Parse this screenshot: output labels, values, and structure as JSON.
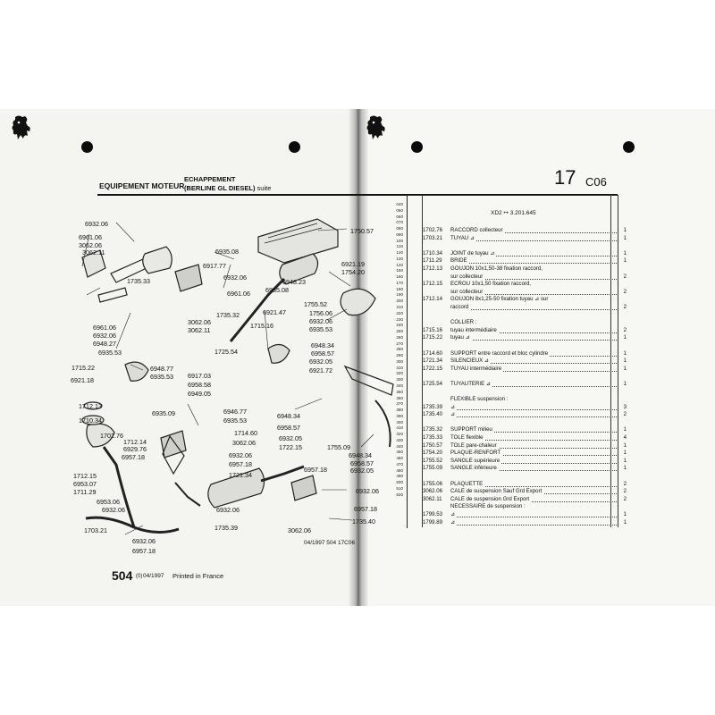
{
  "header": {
    "section": "EQUIPEMENT MOTEUR -",
    "subsection": "ECHAPPEMENT",
    "variant": "(BERLINE GL DIESEL)",
    "variant_suffix": "suite",
    "group_number": "17",
    "group_code": "C06"
  },
  "footer": {
    "page_number": "504",
    "page_suffix": "(0)",
    "date_code": "04/1997",
    "printed": "Printed in France",
    "diagram_ref": "04/1997   504   17C06"
  },
  "parts_list": {
    "header_note": "XD2 ↦ 3.201.645",
    "rows": [
      {
        "code": "1702.76",
        "desc": "RACCORD collecteur",
        "qty": "1"
      },
      {
        "code": "1703.21",
        "desc": "TUYAU  ⊿",
        "qty": "1"
      },
      {
        "code": "",
        "desc": "",
        "qty": ""
      },
      {
        "code": "1710.34",
        "desc": "JOINT de tuyau ⊿",
        "qty": "1"
      },
      {
        "code": "1711.29",
        "desc": "BRIDE",
        "qty": "1"
      },
      {
        "code": "1712.13",
        "desc": "GOUJON 10x1,50-38 fixation raccord,",
        "qty": ""
      },
      {
        "code": "",
        "desc": "sur collecteur",
        "qty": "2"
      },
      {
        "code": "1712.15",
        "desc": "ECROU 10x1,50 fixation raccord,",
        "qty": ""
      },
      {
        "code": "",
        "desc": "sur collecteur",
        "qty": "2"
      },
      {
        "code": "1712.14",
        "desc": "GOUJON 8x1,25-50 fixation tuyau  ⊿  sur",
        "qty": ""
      },
      {
        "code": "",
        "desc": "raccord",
        "qty": "2"
      },
      {
        "code": "",
        "desc": "",
        "qty": ""
      },
      {
        "code": "",
        "desc": "COLLIER :",
        "qty": ""
      },
      {
        "code": "1715.16",
        "desc": "tuyau intermédiaire",
        "qty": "2"
      },
      {
        "code": "1715.22",
        "desc": "tuyau ⊿",
        "qty": "1"
      },
      {
        "code": "",
        "desc": "",
        "qty": ""
      },
      {
        "code": "1714.60",
        "desc": "SUPPORT entre raccord et bloc cylindre",
        "qty": "1"
      },
      {
        "code": "1721.34",
        "desc": "SILENCIEUX  ⊿",
        "qty": "1"
      },
      {
        "code": "1722.15",
        "desc": "TUYAU intermédiaire",
        "qty": "1"
      },
      {
        "code": "",
        "desc": "",
        "qty": ""
      },
      {
        "code": "1725.54",
        "desc": "TUYAUTERIE  ⊿",
        "qty": "1"
      },
      {
        "code": "",
        "desc": "",
        "qty": ""
      },
      {
        "code": "",
        "desc": "FLEXIBLE suspension :",
        "qty": ""
      },
      {
        "code": "1735.39",
        "desc": "⊿",
        "qty": "3"
      },
      {
        "code": "1735.40",
        "desc": "⊿",
        "qty": "2"
      },
      {
        "code": "",
        "desc": "",
        "qty": ""
      },
      {
        "code": "1735.32",
        "desc": "SUPPORT milieu",
        "qty": "1"
      },
      {
        "code": "1735.33",
        "desc": "TOLE flexible",
        "qty": "4"
      },
      {
        "code": "1750.57",
        "desc": "TOLE pare-chaleur",
        "qty": "1"
      },
      {
        "code": "1754.20",
        "desc": "PLAQUE-RENFORT",
        "qty": "1"
      },
      {
        "code": "1755.52",
        "desc": "SANGLE supérieure",
        "qty": "1"
      },
      {
        "code": "1755.09",
        "desc": "SANGLE inférieure",
        "qty": "1"
      },
      {
        "code": "",
        "desc": "",
        "qty": ""
      },
      {
        "code": "1755.06",
        "desc": "PLAQUETTE",
        "qty": "2"
      },
      {
        "code": "3062.06",
        "desc": "CALE de suspension Sauf Grd Export",
        "qty": "2"
      },
      {
        "code": "3062.11",
        "desc": "CALE de suspension Grd Export",
        "qty": "2"
      },
      {
        "code": "",
        "desc": "NECESSAIRE de suspension :",
        "qty": ""
      },
      {
        "code": "1799.53",
        "desc": "⊿",
        "qty": "1"
      },
      {
        "code": "1799.89",
        "desc": "⊿",
        "qty": "1"
      }
    ]
  },
  "ruler_ticks": [
    "040",
    "050",
    "060",
    "070",
    "080",
    "090",
    "100",
    "110",
    "120",
    "130",
    "140",
    "150",
    "160",
    "170",
    "180",
    "190",
    "200",
    "210",
    "220",
    "230",
    "240",
    "250",
    "260",
    "270",
    "280",
    "290",
    "300",
    "310",
    "320",
    "330",
    "340",
    "350",
    "360",
    "370",
    "380",
    "390",
    "400",
    "410",
    "420",
    "430",
    "440",
    "450",
    "460",
    "470",
    "480",
    "490",
    "500",
    "510",
    "520"
  ],
  "callouts": [
    "6932.06",
    "6961.06",
    "3062.06",
    "3062.11",
    "6935.08",
    "6917.77",
    "1735.33",
    "6932.06",
    "6961.06",
    "1735.32",
    "3062.06",
    "3062.11",
    "6961.06",
    "6932.06",
    "6948.27",
    "6935.53",
    "1725.54",
    "6921.47",
    "1715.16",
    "1750.57",
    "1754.20",
    "6921.19",
    "1755.52",
    "1756.06",
    "6932.06",
    "6935.53",
    "6948.23",
    "6935.08",
    "6948.34",
    "6958.57",
    "6932.05",
    "6921.72",
    "1715.22",
    "6921.18",
    "6948.77",
    "6935.53",
    "6917.03",
    "6958.58",
    "6949.05",
    "1712.13",
    "6935.09",
    "6946.77",
    "6935.53",
    "1714.60",
    "1710.34",
    "1702.76",
    "1712.14",
    "6929.76",
    "6957.18",
    "3062.06",
    "6932.06",
    "6957.18",
    "6948.34",
    "6958.57",
    "6932.05",
    "1722.15",
    "1755.09",
    "6948.34",
    "6958.57",
    "6932.05",
    "1721.34",
    "6957.18",
    "1712.15",
    "6953.07",
    "1711.29",
    "6953.06",
    "6932.06",
    "6932.06",
    "1735.39",
    "6932.06",
    "6957.18",
    "1735.40",
    "1703.21",
    "6932.06",
    "6957.18",
    "3062.06"
  ]
}
